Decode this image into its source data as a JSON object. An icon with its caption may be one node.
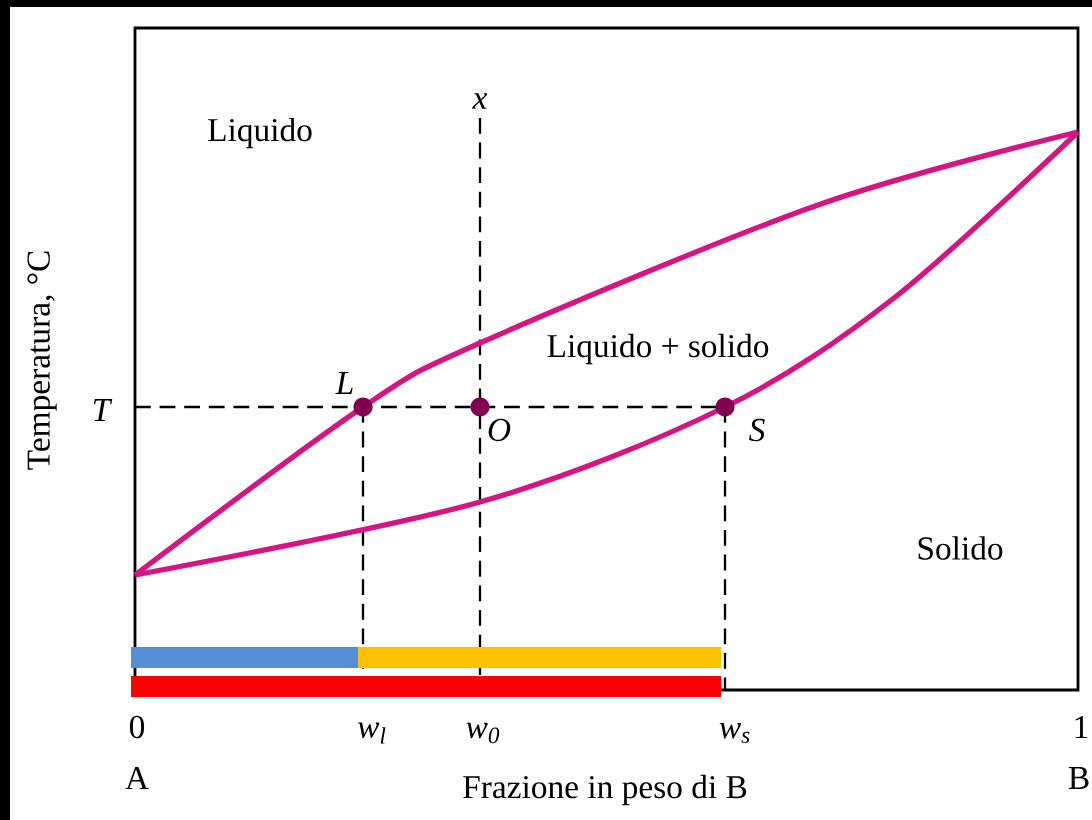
{
  "diagram": {
    "nodes": [
      {
        "text": [],
        "shape": "bar"
      },
      {
        "text": [],
        "shape": "bar"
      },
      {
        "text": [],
        "shape": "bar"
      }
    ],
    "labels": [
      "x",
      "Liquido",
      "Liquido + solido",
      "L",
      "T",
      "O",
      "S",
      "Temperatura, °C",
      "Solido",
      "0",
      "w$_{l}$",
      "w$_{0}$",
      "w$_{s}$",
      "1",
      "A",
      "Frazione in peso di B",
      "B"
    ]
  }
}
